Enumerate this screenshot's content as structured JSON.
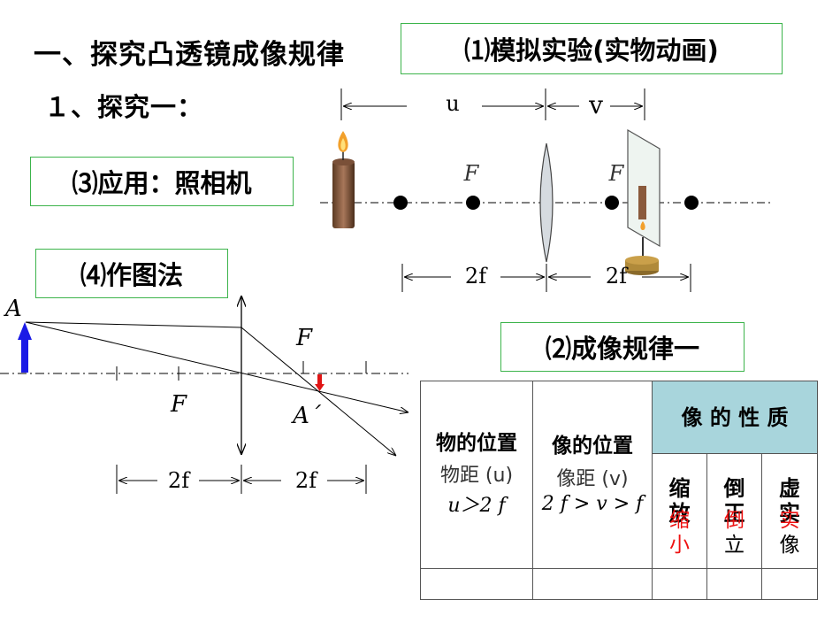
{
  "title": "一、探究凸透镜成像规律",
  "buttons": {
    "simulate": "⑴模拟实验(实物动画)",
    "application": "⑶应用：照相机",
    "drawing": "⑷作图法",
    "rule": "⑵成像规律一"
  },
  "subtitle": "１、探究一：",
  "top_diagram": {
    "u": "u",
    "v": "v",
    "f_left": "F",
    "f_right": "F",
    "two_f_left": "2f",
    "two_f_right": "2f"
  },
  "ray_diagram": {
    "a_label": "A",
    "f_top": "F",
    "f_bottom": "F",
    "a_prime": "A´",
    "two_f_left": "2f",
    "two_f_right": "2f"
  },
  "table": {
    "col1_header": "物的位置",
    "col1_sub": "物距 (u)",
    "col1_cond": "u＞2 f",
    "col2_header": "像的位置",
    "col2_sub": "像距 (v)",
    "col2_cond": "2 f > v > f",
    "prop_header": "像 的 性 质",
    "sub1_a": "缩",
    "sub1_b": "放",
    "sub2_a": "倒",
    "sub2_b": "正",
    "sub3_a": "虚",
    "sub3_b": "实",
    "ans1_a": "缩",
    "ans1_b": "小",
    "ans2_a": "倒",
    "ans2_b": "立",
    "ans3_a": "实",
    "ans3_b": "像"
  },
  "colors": {
    "green_border": "#3cb44b",
    "header_fill": "#a8d5dc",
    "answer_red": "#ee1111",
    "arrow_blue": "#1a1ae6"
  }
}
